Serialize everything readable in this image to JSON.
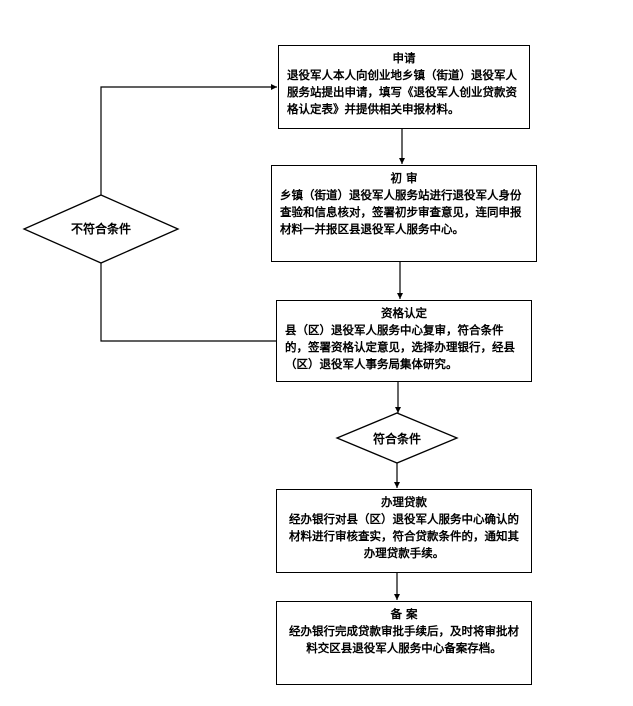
{
  "steps": {
    "apply": {
      "title": "申请",
      "body": "退役军人本人向创业地乡镇（街道）退役军人服务站提出申请，填写《退役军人创业贷款资格认定表》并提供相关申报材料。"
    },
    "preliminary": {
      "title": "初 审",
      "body": "乡镇（街道）退役军人服务站进行退役军人身份查验和信息核对，签署初步审查意见，连同申报材料一并报区县退役军人服务中心。"
    },
    "qualification": {
      "title": "资格认定",
      "body": "县（区）退役军人服务中心复审，符合条件的，签署资格认定意见，选择办理银行，经县（区）退役军人事务局集体研究。"
    },
    "loan": {
      "title": "办理贷款",
      "body": "经办银行对县（区）退役军人服务中心确认的材料进行审核查实，符合贷款条件的，通知其办理贷款手续。"
    },
    "filing": {
      "title": "备 案",
      "body": "经办银行完成贷款审批手续后，及时将审批材料交区县退役军人服务中心备案存档。"
    }
  },
  "decisions": {
    "not_eligible": "不符合条件",
    "eligible": "符合条件"
  }
}
